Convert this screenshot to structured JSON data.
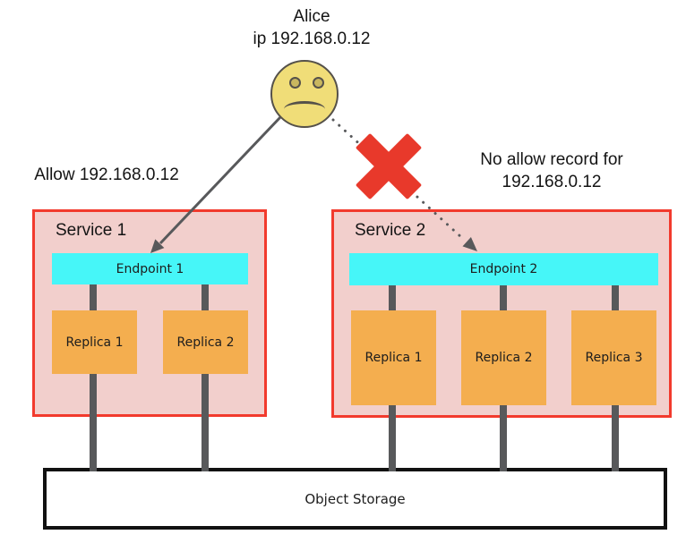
{
  "actor": {
    "name": "Alice",
    "ip_label": "ip 192.168.0.12"
  },
  "annotations": {
    "allow": "Allow 192.168.0.12",
    "no_allow_line1": "No allow record for",
    "no_allow_line2": "192.168.0.12"
  },
  "services": [
    {
      "title": "Service 1",
      "endpoint_label": "Endpoint 1",
      "replicas": [
        "Replica 1",
        "Replica 2"
      ]
    },
    {
      "title": "Service 2",
      "endpoint_label": "Endpoint 2",
      "replicas": [
        "Replica 1",
        "Replica 2",
        "Replica 3"
      ]
    }
  ],
  "storage": {
    "label": "Object Storage"
  },
  "colors": {
    "background": "#ffffff",
    "service_fill": "#f2cfcc",
    "service_border": "#f23a2d",
    "endpoint_fill": "#46f6f8",
    "replica_fill": "#f4ae4f",
    "connector_gray": "#58595b",
    "arrow_gray": "#58595b",
    "blocked_x_red": "#e8392b",
    "face_fill": "#f0dd78",
    "face_outline": "#55514a",
    "storage_border": "#111111"
  }
}
